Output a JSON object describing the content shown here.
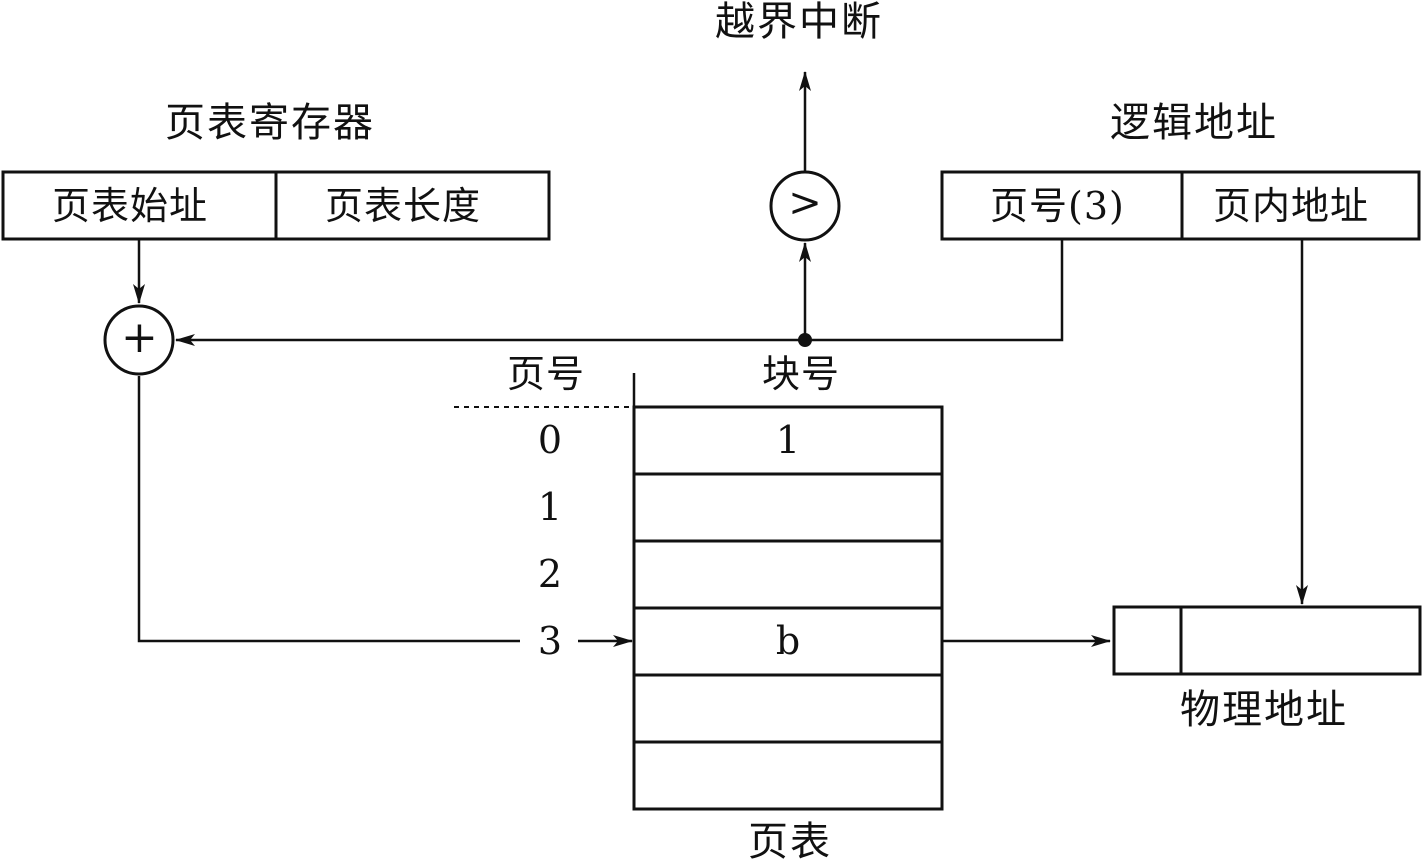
{
  "labels": {
    "overflow_interrupt": "越界中断",
    "page_table_register": "页表寄存器",
    "page_table_start": "页表始址",
    "page_table_length": "页表长度",
    "logical_address": "逻辑地址",
    "page_number_field": "页号(3)",
    "page_offset_field": "页内地址",
    "page_number_header": "页号",
    "block_number_header": "块号",
    "physical_address": "物理地址",
    "page_table": "页表",
    "adder_symbol": "+",
    "comparator_symbol": ">"
  },
  "page_table": {
    "rows": [
      {
        "page": "0",
        "block": "1"
      },
      {
        "page": "1",
        "block": ""
      },
      {
        "page": "2",
        "block": ""
      },
      {
        "page": "3",
        "block": "b"
      },
      {
        "page": "",
        "block": ""
      },
      {
        "page": "",
        "block": ""
      }
    ]
  },
  "colors": {
    "line": "#111111",
    "background": "#ffffff"
  }
}
